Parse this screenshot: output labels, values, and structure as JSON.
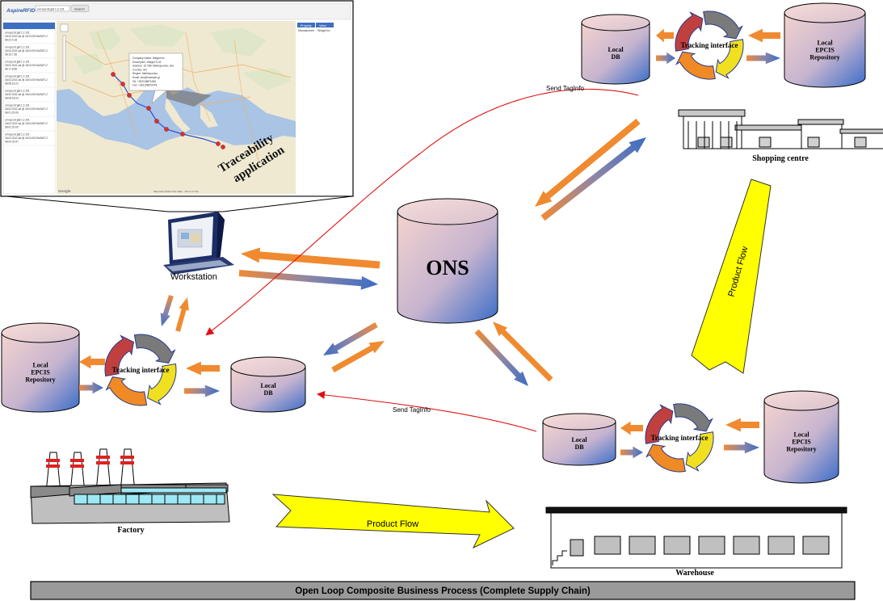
{
  "title": "Open Loop Composite Business Process (Complete Supply Chain)",
  "ons_label": "ONS",
  "workstation_label": "Workstation",
  "traceability_label_line1": "Traceability",
  "traceability_label_line2": "application",
  "tracking_interface_label": "Tracking interface",
  "local_db_line1": "Local",
  "local_db_line2": "DB",
  "epcis_line1": "Local",
  "epcis_line2": "EPCIS",
  "epcis_line3": "Repository",
  "factory_label": "Factory",
  "warehouse_label": "Warehouse",
  "shopping_label": "Shopping centre",
  "product_flow_label": "Product Flow",
  "send_taginfo_label": "Send TagInfo",
  "screenshot": {
    "app_logo": "AspireRFID",
    "search_value": "urn:epc:id:gid:1.2.101",
    "search_button": "Search",
    "table_headers": [
      "Property",
      "Value"
    ],
    "table_row": [
      "Manufacturer",
      "Widget inc"
    ],
    "list_items": [
      {
        "line1": "urn:epc:id:gid:1.2.101",
        "line2": "18.02.2011 ad @ 18:01:50 EtcGMT-2",
        "line3": "08.22.0.18"
      },
      {
        "line1": "urn:epc:id:gid:1.2.101",
        "line2": "18.02.2011 ad @ 18:01:50 EtcGMT-2",
        "line3": "08.15.7.36"
      },
      {
        "line1": "urn:epc:id:gid:1.2.101",
        "line2": "18.02.2011 ad @ 18:01:50 EtcGMT-2",
        "line3": "08.17.8.58"
      },
      {
        "line1": "urn:epc:id:gid:1.2.101",
        "line2": "18.02.2011 ad @ 18:01:50 EtcGMT-2",
        "line3": "08.08.16.21"
      },
      {
        "line1": "urn:epc:id:gid:1.2.101",
        "line2": "18.02.2011 ad @ 18:01:50 EtcGMT-2",
        "line3": "08.08.18.02"
      },
      {
        "line1": "urn:epc:id:gid:1.2.101",
        "line2": "18.02.2011 ad @ 18:01:50 EtcGMT-2",
        "line3": "08.01.20.00"
      },
      {
        "line1": "urn:epc:id:gid:1.2.101",
        "line2": "18.02.2011 ad @ 18:01:50 EtcGMT-2",
        "line3": "08.02.20.00"
      },
      {
        "line1": "urn:epc:id:gid:1.2.101",
        "line2": "18.02.2011 ad @ 18:01:50 EtcGMT-2",
        "line3": "08.04.20.97"
      }
    ],
    "popup_lines": [
      "Company Name: Widget inc",
      "Description: Widget S.LB",
      "Address: 15 76th Marikopoulou, Ave",
      "Country: GR",
      "Region: Marikopoulou",
      "Email: info@example.gr",
      "Tel: +302108871636",
      "Fax: +302108872478"
    ],
    "map_footer": "Map data ©2011 Tele Atlas - Terms of Use"
  }
}
